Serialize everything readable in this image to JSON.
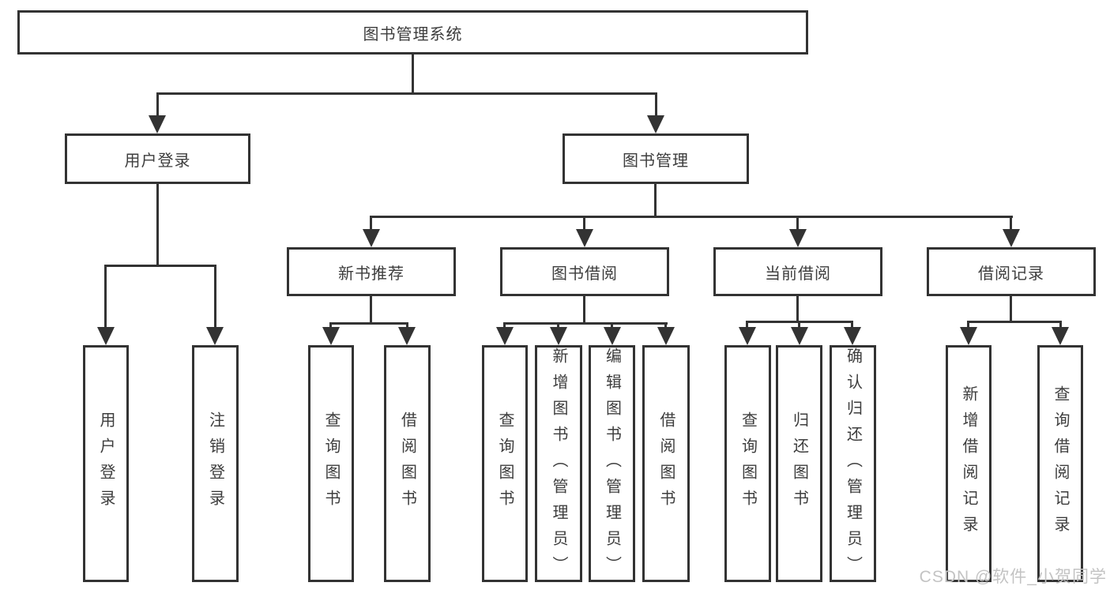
{
  "diagram": {
    "type": "hierarchy-tree",
    "title": "图书管理系统",
    "nodes": {
      "root": "图书管理系统",
      "user_login": "用户登录",
      "book_mgmt": "图书管理",
      "new_book_rec": "新书推荐",
      "book_borrow": "图书借阅",
      "current_borrow": "当前借阅",
      "borrow_record": "借阅记录",
      "leaf_user_login": "用户登录",
      "leaf_logout": "注销登录",
      "leaf_query_book_a": "查询图书",
      "leaf_borrow_book_a": "借阅图书",
      "leaf_query_book_b": "查询图书",
      "leaf_add_book": "新增图书（管理员）",
      "leaf_edit_book": "编辑图书（管理员）",
      "leaf_borrow_book_b": "借阅图书",
      "leaf_query_book_c": "查询图书",
      "leaf_return_book": "归还图书",
      "leaf_confirm_return": "确认归还（管理员）",
      "leaf_add_record": "新增借阅记录",
      "leaf_query_record": "查询借阅记录"
    },
    "edges": [
      [
        "图书管理系统",
        "用户登录"
      ],
      [
        "图书管理系统",
        "图书管理"
      ],
      [
        "用户登录",
        "用户登录(叶)"
      ],
      [
        "用户登录",
        "注销登录"
      ],
      [
        "图书管理",
        "新书推荐"
      ],
      [
        "图书管理",
        "图书借阅"
      ],
      [
        "图书管理",
        "当前借阅"
      ],
      [
        "图书管理",
        "借阅记录"
      ],
      [
        "新书推荐",
        "查询图书"
      ],
      [
        "新书推荐",
        "借阅图书"
      ],
      [
        "图书借阅",
        "查询图书"
      ],
      [
        "图书借阅",
        "新增图书（管理员）"
      ],
      [
        "图书借阅",
        "编辑图书（管理员）"
      ],
      [
        "图书借阅",
        "借阅图书"
      ],
      [
        "当前借阅",
        "查询图书"
      ],
      [
        "当前借阅",
        "归还图书"
      ],
      [
        "当前借阅",
        "确认归还（管理员）"
      ],
      [
        "借阅记录",
        "新增借阅记录"
      ],
      [
        "借阅记录",
        "查询借阅记录"
      ]
    ],
    "colors": {
      "line": "#333333",
      "text": "#3d3d3d",
      "background": "#ffffff",
      "watermark": "#c3c3c3"
    }
  },
  "watermark": "CSDN @软件_小贺同学"
}
